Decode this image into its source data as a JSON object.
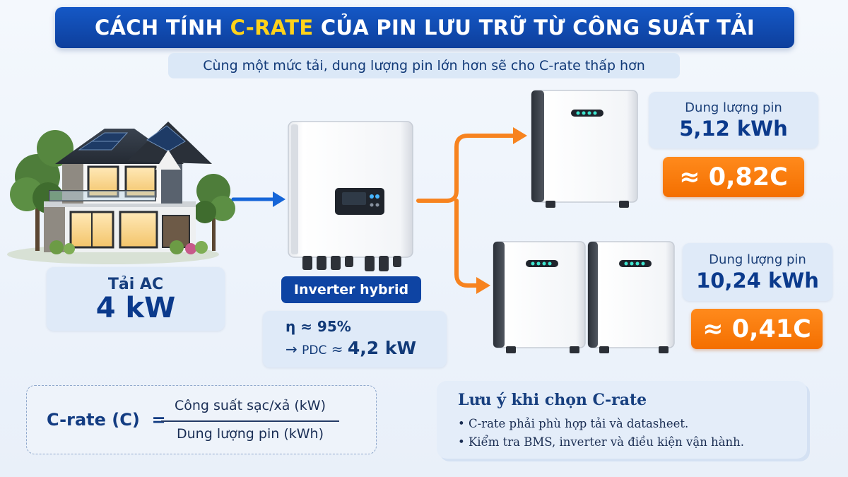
{
  "title": {
    "prefix": "CÁCH TÍNH ",
    "highlight": "C-RATE",
    "suffix": " CỦA PIN LƯU TRỮ TỪ CÔNG SUẤT TẢI"
  },
  "subtitle": "Cùng một mức tải, dung lượng pin lớn hơn sẽ cho C-rate thấp hơn",
  "load": {
    "label": "Tải AC",
    "value": "4 kW"
  },
  "inverter": {
    "label": "Inverter hybrid",
    "efficiency": "η ≈ 95%",
    "arrow": "→ ",
    "pdc_label": "PDC",
    "pdc_approx": " ≈ ",
    "pdc_value": "4,2 kW"
  },
  "batteries": [
    {
      "capacity_label": "Dung lượng pin",
      "capacity_value": "5,12 kWh",
      "c_rate": "≈ 0,82C"
    },
    {
      "capacity_label": "Dung lượng pin",
      "capacity_value": "10,24 kWh",
      "c_rate": "≈ 0,41C"
    }
  ],
  "formula": {
    "lhs": "C-rate (C)  =",
    "numerator": "Công suất sạc/xả (kW)",
    "denominator": "Dung lượng pin (kWh)"
  },
  "notes": {
    "title": "Lưu ý khi chọn C-rate",
    "items": [
      "• C-rate phải phù hợp tải và datasheet.",
      "• Kiểm tra BMS, inverter và điều kiện vận hành."
    ]
  },
  "colors": {
    "title_bg": "#0d3f9c",
    "title_highlight": "#ffd21a",
    "card_bg": "#dfeaf8",
    "rate_orange": "#f46f00",
    "flow_blue": "#1565d8",
    "flow_orange": "#f7831f"
  },
  "icons": {
    "house": "house-illustration",
    "inverter": "inverter-illustration",
    "battery_single": "battery-single-illustration",
    "battery_double": "battery-double-illustration"
  }
}
